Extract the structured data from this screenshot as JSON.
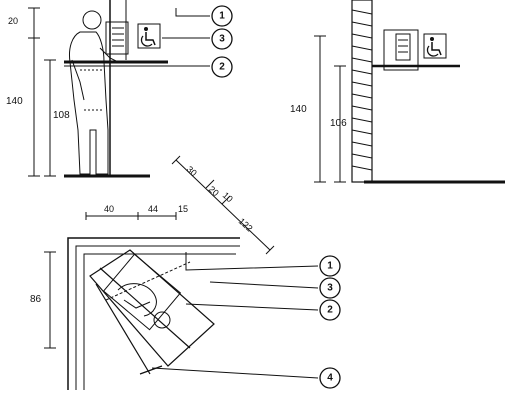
{
  "elevation_front": {
    "dims": {
      "top": "20",
      "total": "140",
      "counter": "108"
    },
    "callouts": [
      "1",
      "3",
      "2"
    ]
  },
  "elevation_side": {
    "dims": {
      "total": "140",
      "counter": "106"
    }
  },
  "plan": {
    "dims": {
      "a": "40",
      "b": "44",
      "c": "15",
      "d": "86",
      "diag1": "30",
      "diag2": "20",
      "diag3": "10",
      "diag4": "122"
    },
    "callouts": [
      "1",
      "3",
      "2",
      "4"
    ]
  },
  "icons": [
    "wheelchair-accessibility-icon",
    "wheelchair-accessibility-icon"
  ]
}
